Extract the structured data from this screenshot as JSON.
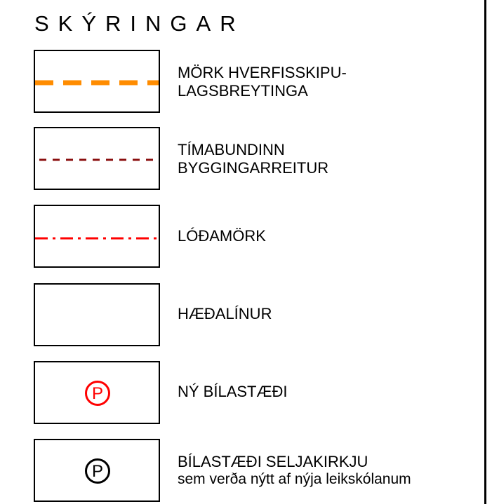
{
  "title": "SKÝRINGAR",
  "items": [
    {
      "line1": "MÖRK HVERFISSKIPU-",
      "line2": "LAGSBREYTINGA",
      "symbol": "orange-dashed-line",
      "color": "#ff8c00"
    },
    {
      "line1": "TÍMABUNDINN",
      "line2": "BYGGINGARREITUR",
      "symbol": "darkred-dotted-line",
      "color": "#8b1010"
    },
    {
      "line1": "LÓÐAMÖRK",
      "line2": "",
      "symbol": "red-dash-dot-line",
      "color": "#ff0000"
    },
    {
      "line1": "HÆÐALÍNUR",
      "line2": "",
      "symbol": "none",
      "color": ""
    },
    {
      "line1": "NÝ BÍLASTÆÐI",
      "line2": "",
      "symbol": "parking-circle-icon",
      "color": "#ff0000",
      "glyph": "P"
    },
    {
      "line1": "BÍLASTÆÐI SELJAKIRKJU",
      "line2": "sem verða nýtt af nýja leikskólanum",
      "symbol": "parking-circle-icon",
      "color": "#000000",
      "glyph": "P"
    }
  ]
}
